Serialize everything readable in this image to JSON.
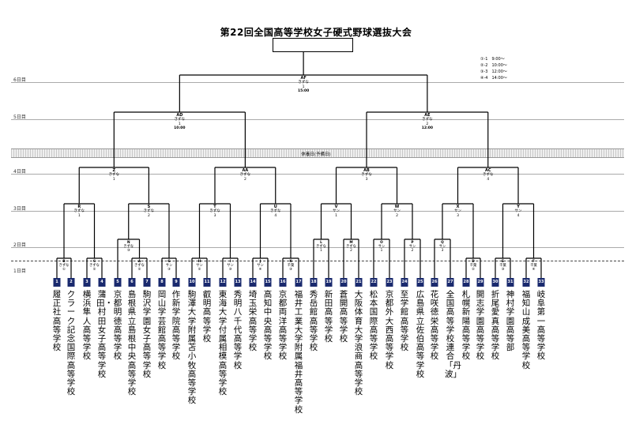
{
  "title": "第22回全国高等学校女子硬式野球選抜大会",
  "legend": [
    "①-1　9:00〜",
    "②-2　10:00〜",
    "③-3　12:00〜",
    "④-4　14:00〜"
  ],
  "days": [
    "6日目",
    "5日目",
    "4日目",
    "3日目",
    "2日目",
    "1日目"
  ],
  "rest_day": "休養日(予備日)",
  "nodes": {
    "AF": {
      "id": "AF",
      "venue": "きずな",
      "num": "1",
      "time": "15:00"
    },
    "AD": {
      "id": "AD",
      "venue": "きずな",
      "num": "1",
      "time": "10:00"
    },
    "AE": {
      "id": "AE",
      "venue": "きずな",
      "num": "2",
      "time": "12:00"
    },
    "Z": {
      "id": "Z",
      "venue": "きずな",
      "num": "1"
    },
    "AA": {
      "id": "AA",
      "venue": "きずな",
      "num": "2"
    },
    "AB": {
      "id": "AB",
      "venue": "きずな",
      "num": "3"
    },
    "AC": {
      "id": "AC",
      "venue": "きずな",
      "num": "4"
    },
    "R": {
      "id": "R",
      "venue": "きずな",
      "num": "1"
    },
    "S": {
      "id": "S",
      "venue": "きずな",
      "num": "2"
    },
    "T": {
      "id": "T",
      "venue": "きずな",
      "num": "3"
    },
    "U": {
      "id": "U",
      "venue": "きずな",
      "num": "4"
    },
    "V": {
      "id": "V",
      "venue": "サン",
      "num": "1"
    },
    "W": {
      "id": "W",
      "venue": "サン",
      "num": "2"
    },
    "X": {
      "id": "X",
      "venue": "サン",
      "num": "3"
    },
    "Y": {
      "id": "Y",
      "venue": "サン",
      "num": "4"
    },
    "N": {
      "id": "N",
      "venue": "きずな",
      "num": "③"
    },
    "L": {
      "id": "L",
      "venue": "きずな",
      "num": "1"
    },
    "M": {
      "id": "M",
      "venue": "きずな",
      "num": "2"
    },
    "O": {
      "id": "O",
      "venue": "サン",
      "num": "1"
    },
    "P": {
      "id": "P",
      "venue": "サン",
      "num": "2"
    },
    "Q": {
      "id": "Q",
      "venue": "サン",
      "num": "3"
    },
    "B": {
      "id": "B",
      "venue": "きずな",
      "num": "①"
    },
    "C": {
      "id": "C",
      "venue": "きずな",
      "num": "②"
    },
    "A": {
      "id": "A",
      "venue": "きずな",
      "num": "②"
    },
    "G": {
      "id": "G",
      "venue": "サン",
      "num": "③"
    },
    "H": {
      "id": "H",
      "venue": "サン",
      "num": "②"
    },
    "I": {
      "id": "I",
      "venue": "サン",
      "num": "③"
    },
    "J": {
      "id": "J",
      "venue": "サン",
      "num": "④"
    },
    "K": {
      "id": "K",
      "venue": "千葉",
      "num": "③"
    },
    "D": {
      "id": "D",
      "venue": "千葉",
      "num": "②"
    },
    "E": {
      "id": "E",
      "venue": "千葉",
      "num": "③"
    },
    "F": {
      "id": "F",
      "venue": "千葉",
      "num": "④"
    }
  },
  "teams": [
    {
      "seed": "1",
      "name": "履正社高等学校"
    },
    {
      "seed": "2",
      "name": "クラーク記念国際高等学校"
    },
    {
      "seed": "3",
      "name": "横浜隼人高等学校"
    },
    {
      "seed": "4",
      "name": "蒲田・村田女子高等学校"
    },
    {
      "seed": "5",
      "name": "京都明徳高等学校"
    },
    {
      "seed": "6",
      "name": "島根県立島根中央高等学校"
    },
    {
      "seed": "7",
      "name": "駒沢学園女子高等学校"
    },
    {
      "seed": "8",
      "name": "岡山学芸館高等学校"
    },
    {
      "seed": "9",
      "name": "作新学院高等学校"
    },
    {
      "seed": "10",
      "name": "駒澤大学附属苫小牧高等学校"
    },
    {
      "seed": "11",
      "name": "叡明高等学校"
    },
    {
      "seed": "12",
      "name": "東海大学付属相模高等学校"
    },
    {
      "seed": "13",
      "name": "秀明八千代高等学校"
    },
    {
      "seed": "14",
      "name": "埼玉栄高等学校"
    },
    {
      "seed": "15",
      "name": "高知中央高等学校"
    },
    {
      "seed": "16",
      "name": "京都両洋高等学校"
    },
    {
      "seed": "17",
      "name": "福井工業大学附属福井高等学校"
    },
    {
      "seed": "18",
      "name": "秀岳館高等学校"
    },
    {
      "seed": "19",
      "name": "新田高等学校"
    },
    {
      "seed": "20",
      "name": "蒼開高等学校"
    },
    {
      "seed": "21",
      "name": "大阪体育大学浪商高等学校"
    },
    {
      "seed": "22",
      "name": "松本国際高等学校"
    },
    {
      "seed": "23",
      "name": "京都外大西高等学校"
    },
    {
      "seed": "24",
      "name": "至学館高等学校"
    },
    {
      "seed": "25",
      "name": "広島県立佐伯高等学校"
    },
    {
      "seed": "26",
      "name": "花咲徳栄高等学校"
    },
    {
      "seed": "27",
      "name": "全国高等学校連合「丹波」"
    },
    {
      "seed": "28",
      "name": "札幌新陽高等学校"
    },
    {
      "seed": "29",
      "name": "開志学園高等学校"
    },
    {
      "seed": "30",
      "name": "折尾愛真高等学校"
    },
    {
      "seed": "31",
      "name": "神村学園高等部"
    },
    {
      "seed": "32",
      "name": "福知山成美高等学校"
    },
    {
      "seed": "33",
      "name": "岐阜第一高等学校"
    }
  ]
}
